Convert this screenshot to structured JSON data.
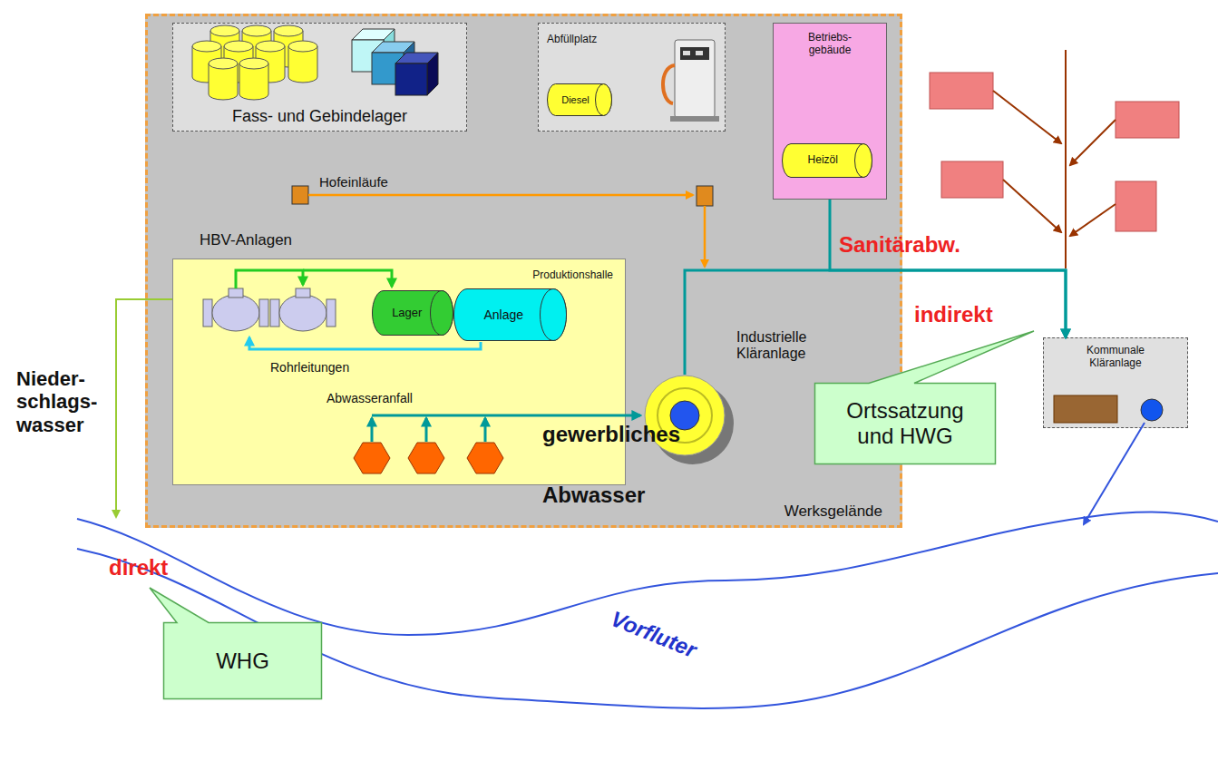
{
  "diagram": {
    "nodes": [
      {
        "text": [
          "Werksgelände"
        ]
      },
      {
        "text": [
          "Fass- und Gebindelager"
        ],
        "in": 0
      },
      {
        "text": [
          "Abfüllplatz"
        ],
        "in": 0
      },
      {
        "text": [
          "Diesel"
        ],
        "in": 2
      },
      {
        "text": [
          "Betriebs- gebäude"
        ],
        "in": 0
      },
      {
        "text": [
          "Heizöl"
        ],
        "in": 4
      },
      {
        "text": [
          "Produktionshalle"
        ],
        "in": 0
      },
      {
        "text": [
          "Lager"
        ],
        "in": 6
      },
      {
        "text": [
          "Anlage"
        ],
        "in": 6
      },
      {
        "text": [
          "Industrielle Kläranlage"
        ],
        "in": 0
      },
      {
        "text": [
          "Kommunale Kläranlage"
        ]
      },
      {
        "text": [
          "Ortssatzung und HWG"
        ]
      },
      {
        "text": [
          "WHG"
        ]
      }
    ],
    "edges": [
      {
        "from": 9,
        "to": 10,
        "arrow": "to"
      },
      {
        "from": 4,
        "to": 10,
        "arrow": "to"
      }
    ],
    "labels": [
      "HBV-Anlagen",
      "Hofeinläufe",
      "Rohrleitungen",
      "Abwasseranfall",
      "gewerbliches",
      "Abwasser",
      "Sanitärabw.",
      "indirekt",
      "Nieder- schlags- wasser",
      "direkt",
      "Vorfluter"
    ]
  }
}
